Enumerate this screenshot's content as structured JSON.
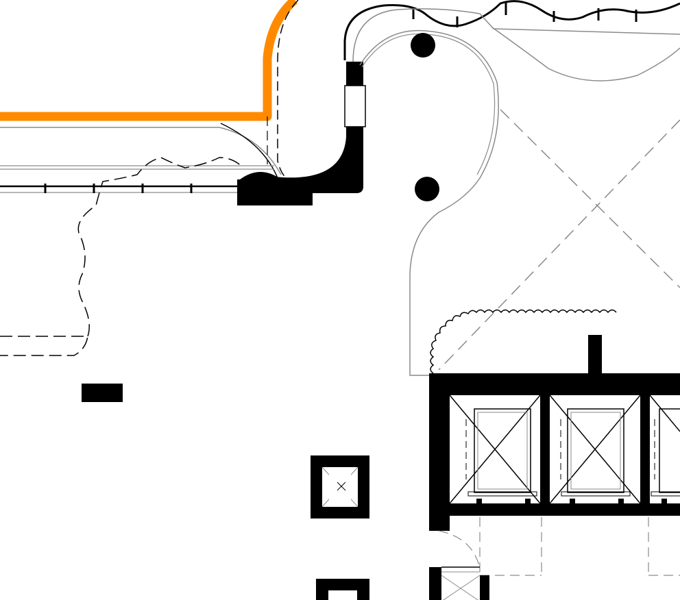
{
  "colors": {
    "background": "#ffffff",
    "wall": "#000000",
    "thin_line": "#8a8a8a",
    "dashed_line": "#8a8a8a",
    "highlight_boundary": "#ff8a00"
  },
  "elements": {
    "highlight_boundary": "orange-boundary",
    "columns": [
      "round-column",
      "round-column"
    ],
    "square_columns": [
      "square-column",
      "square-column"
    ],
    "elevator_bank": {
      "cars": [
        "elevator-car",
        "elevator-car",
        "elevator-car"
      ]
    },
    "cloud_revisions": [
      "revision-cloud-top",
      "revision-cloud-bottom"
    ]
  }
}
